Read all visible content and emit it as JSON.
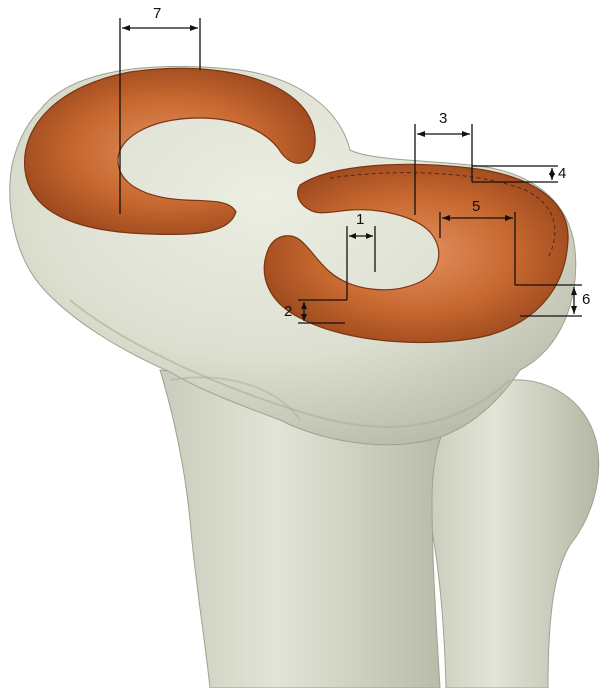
{
  "labels": {
    "m1": "1",
    "m2": "2",
    "m3": "3",
    "m4": "4",
    "m5": "5",
    "m6": "6",
    "m7": "7"
  },
  "colors": {
    "bone": "#e3e5d8",
    "bone_shadow": "#b9bdac",
    "meniscus": "#c0622f",
    "meniscus_dark": "#8a3c16",
    "meniscus_light": "#e08c55",
    "line": "#111111"
  }
}
